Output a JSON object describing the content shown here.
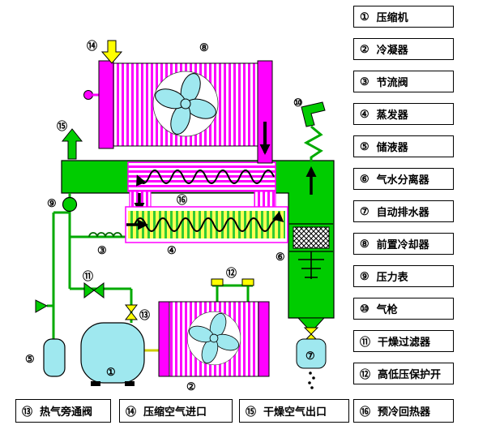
{
  "colors": {
    "magenta": "#FF00FF",
    "green": "#00CC00",
    "pipe_green": "#00AA00",
    "cyan": "#9FE8EF",
    "yellow": "#FFFF00",
    "black": "#000000"
  },
  "legend_right": [
    {
      "num": "①",
      "label": "压缩机"
    },
    {
      "num": "②",
      "label": "冷凝器"
    },
    {
      "num": "③",
      "label": "节流阀"
    },
    {
      "num": "④",
      "label": "蒸发器"
    },
    {
      "num": "⑤",
      "label": "储液器"
    },
    {
      "num": "⑥",
      "label": "气水分离器"
    },
    {
      "num": "⑦",
      "label": "自动排水器"
    },
    {
      "num": "⑧",
      "label": "前置冷却器"
    },
    {
      "num": "⑨",
      "label": "压力表"
    },
    {
      "num": "⑩",
      "label": "气枪"
    },
    {
      "num": "⑪",
      "label": "干燥过滤器"
    },
    {
      "num": "⑫",
      "label": "高低压保护开"
    }
  ],
  "legend_bottom": [
    {
      "num": "⑬",
      "label": "热气旁通阀"
    },
    {
      "num": "⑭",
      "label": "压缩空气进口"
    },
    {
      "num": "⑮",
      "label": "干燥空气出口"
    },
    {
      "num": "⑯",
      "label": "预冷回热器"
    }
  ],
  "diagram": {
    "callouts": {
      "c1": "①",
      "c2": "②",
      "c3": "③",
      "c4": "④",
      "c5": "⑤",
      "c6": "⑥",
      "c7": "⑦",
      "c8": "⑧",
      "c9": "⑨",
      "c10": "⑩",
      "c11": "⑪",
      "c12": "⑫",
      "c13": "⑬",
      "c14": "⑭",
      "c15": "⑮",
      "c16": "⑯"
    }
  }
}
